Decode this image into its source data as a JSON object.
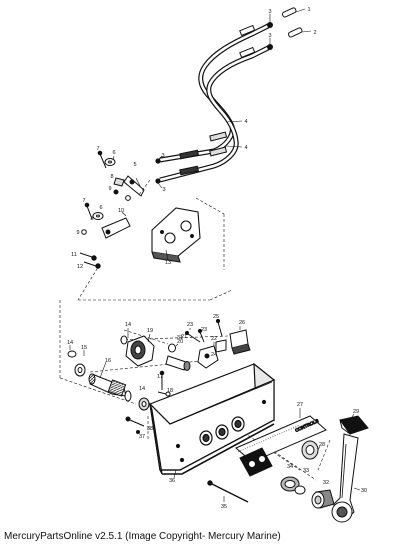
{
  "diagram": {
    "callouts": [
      {
        "id": "c1",
        "text": "1"
      },
      {
        "id": "c2",
        "text": "2"
      },
      {
        "id": "c3a",
        "text": "3"
      },
      {
        "id": "c3b",
        "text": "3"
      },
      {
        "id": "c3c",
        "text": "3"
      },
      {
        "id": "c3d",
        "text": "3"
      },
      {
        "id": "c4a",
        "text": "4"
      },
      {
        "id": "c4b",
        "text": "4"
      },
      {
        "id": "c5",
        "text": "5"
      },
      {
        "id": "c6a",
        "text": "6"
      },
      {
        "id": "c6b",
        "text": "6"
      },
      {
        "id": "c7a",
        "text": "7"
      },
      {
        "id": "c7b",
        "text": "7"
      },
      {
        "id": "c8a",
        "text": "8"
      },
      {
        "id": "c8b",
        "text": "8"
      },
      {
        "id": "c9a",
        "text": "9"
      },
      {
        "id": "c9b",
        "text": "9"
      },
      {
        "id": "c10",
        "text": "10"
      },
      {
        "id": "c11",
        "text": "11"
      },
      {
        "id": "c12",
        "text": "12"
      },
      {
        "id": "c13",
        "text": "13"
      },
      {
        "id": "c14a",
        "text": "14"
      },
      {
        "id": "c14b",
        "text": "14"
      },
      {
        "id": "c14c",
        "text": "14"
      },
      {
        "id": "c15",
        "text": "15"
      },
      {
        "id": "c16",
        "text": "16"
      },
      {
        "id": "c17",
        "text": "17"
      },
      {
        "id": "c18",
        "text": "18"
      },
      {
        "id": "c19",
        "text": "19"
      },
      {
        "id": "c20",
        "text": "20"
      },
      {
        "id": "c21",
        "text": "21"
      },
      {
        "id": "c22",
        "text": "22"
      },
      {
        "id": "c23a",
        "text": "23"
      },
      {
        "id": "c23b",
        "text": "23"
      },
      {
        "id": "c24",
        "text": "24"
      },
      {
        "id": "c25",
        "text": "25"
      },
      {
        "id": "c26",
        "text": "26"
      },
      {
        "id": "c27",
        "text": "27"
      },
      {
        "id": "c28",
        "text": "28"
      },
      {
        "id": "c29",
        "text": "29"
      },
      {
        "id": "c30",
        "text": "30"
      },
      {
        "id": "c31",
        "text": "31"
      },
      {
        "id": "c32",
        "text": "32"
      },
      {
        "id": "c33",
        "text": "33"
      },
      {
        "id": "c34",
        "text": "34"
      },
      {
        "id": "c35",
        "text": "35"
      },
      {
        "id": "c36",
        "text": "36"
      },
      {
        "id": "c37",
        "text": "37"
      },
      {
        "id": "c38",
        "text": "38"
      }
    ],
    "plate_text": "CONTROLS"
  },
  "footer": {
    "caption": "MercuryPartsOnline v2.5.1 (Image Copyright- Mercury Marine)"
  }
}
